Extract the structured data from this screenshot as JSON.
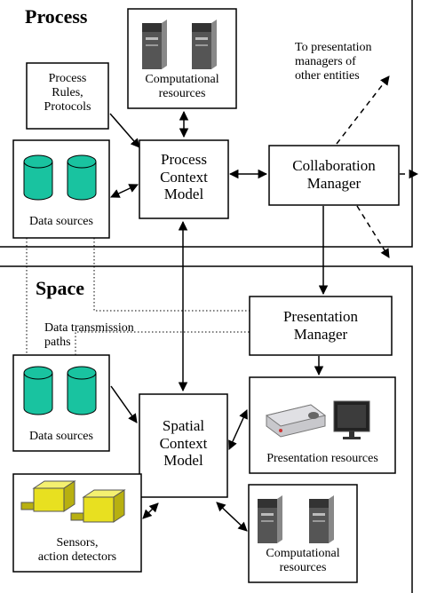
{
  "zones": {
    "process_title": "Process",
    "space_title": "Space"
  },
  "boxes": {
    "process_rules": "Process\nRules,\nProtocols",
    "computational_top": "Computational\nresources",
    "data_sources_top": "Data sources",
    "process_context_model": "Process\nContext\nModel",
    "collaboration_manager": "Collaboration\nManager",
    "presentation_manager": "Presentation\nManager",
    "data_sources_bottom": "Data sources",
    "spatial_context_model": "Spatial\nContext\nModel",
    "presentation_resources": "Presentation resources",
    "sensors": "Sensors,\naction detectors",
    "computational_bottom": "Computational\nresources"
  },
  "annotations": {
    "to_presentation_managers": "To presentation\nmanagers of\nother entities",
    "data_transmission_paths": "Data transmission\npaths"
  },
  "icons": {
    "cylinder_color": "#19c3a0",
    "sensor_color": "#e8e020",
    "server_color": "#555555",
    "projector_color": "#c8c8cc",
    "monitor_color": "#222222"
  }
}
